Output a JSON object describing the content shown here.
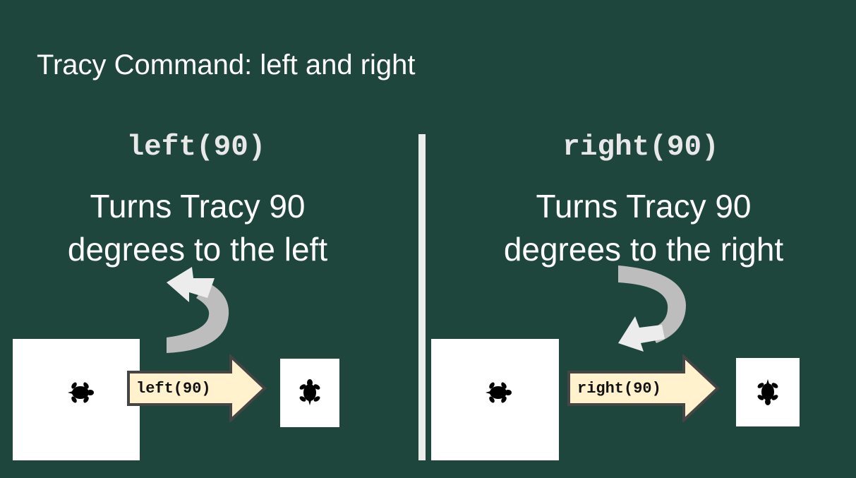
{
  "title": "Tracy Command: left and right",
  "left_panel": {
    "heading": "left(90)",
    "description_line1": "Turns Tracy 90",
    "description_line2": "degrees to the left",
    "arrow_label": "left(90)",
    "before_icon": "turtle-facing-right-icon",
    "after_icon": "turtle-facing-up-icon",
    "turn_icon": "counterclockwise-curved-arrow-icon"
  },
  "right_panel": {
    "heading": "right(90)",
    "description_line1": "Turns Tracy 90",
    "description_line2": "degrees to the right",
    "arrow_label": "right(90)",
    "before_icon": "turtle-facing-right-icon",
    "after_icon": "turtle-facing-down-icon",
    "turn_icon": "clockwise-curved-arrow-icon"
  },
  "colors": {
    "background": "#1e463c",
    "arrow_fill": "#fff2cc",
    "arrow_stroke": "#454545",
    "canvas": "#ffffff",
    "turtle": "#000000"
  }
}
